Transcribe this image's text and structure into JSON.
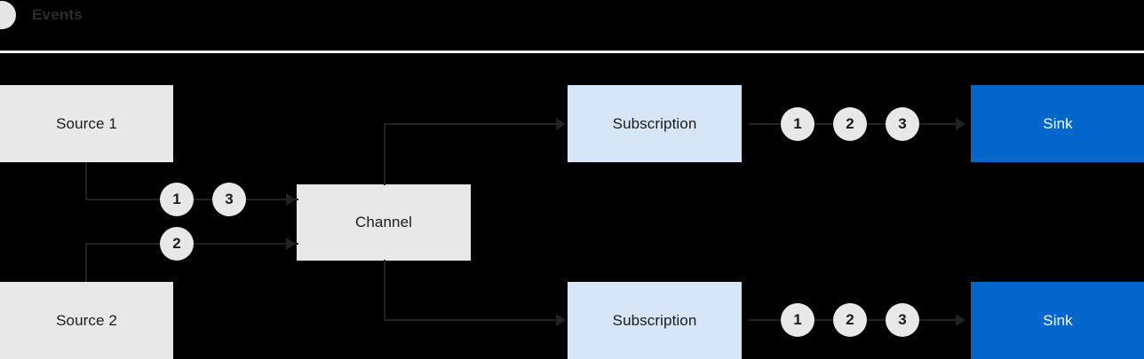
{
  "legend": {
    "icon": "event-circle-icon",
    "label": "Events",
    "dot_color": "#e6e6e6",
    "label_color": "#2b2b2b"
  },
  "colors": {
    "background": "#000000",
    "divider": "#f2f2f2",
    "source_fill": "#e8e8e8",
    "channel_fill": "#e8e8e8",
    "subscription_fill": "#d6e6f7",
    "sink_fill": "#0066cc",
    "sink_text": "#ffffff",
    "connector": "#222222",
    "chip_fill": "#e8e8e8"
  },
  "diagram": {
    "sources": [
      {
        "label": "Source 1"
      },
      {
        "label": "Source 2"
      }
    ],
    "channel": {
      "label": "Channel"
    },
    "subscriptions": [
      {
        "label": "Subscription"
      },
      {
        "label": "Subscription"
      }
    ],
    "sinks": [
      {
        "label": "Sink"
      },
      {
        "label": "Sink"
      }
    ],
    "ingress_events": [
      {
        "number": "1"
      },
      {
        "number": "3"
      },
      {
        "number": "2"
      }
    ],
    "egress_events_top": [
      {
        "number": "1"
      },
      {
        "number": "2"
      },
      {
        "number": "3"
      }
    ],
    "egress_events_bottom": [
      {
        "number": "1"
      },
      {
        "number": "2"
      },
      {
        "number": "3"
      }
    ]
  }
}
